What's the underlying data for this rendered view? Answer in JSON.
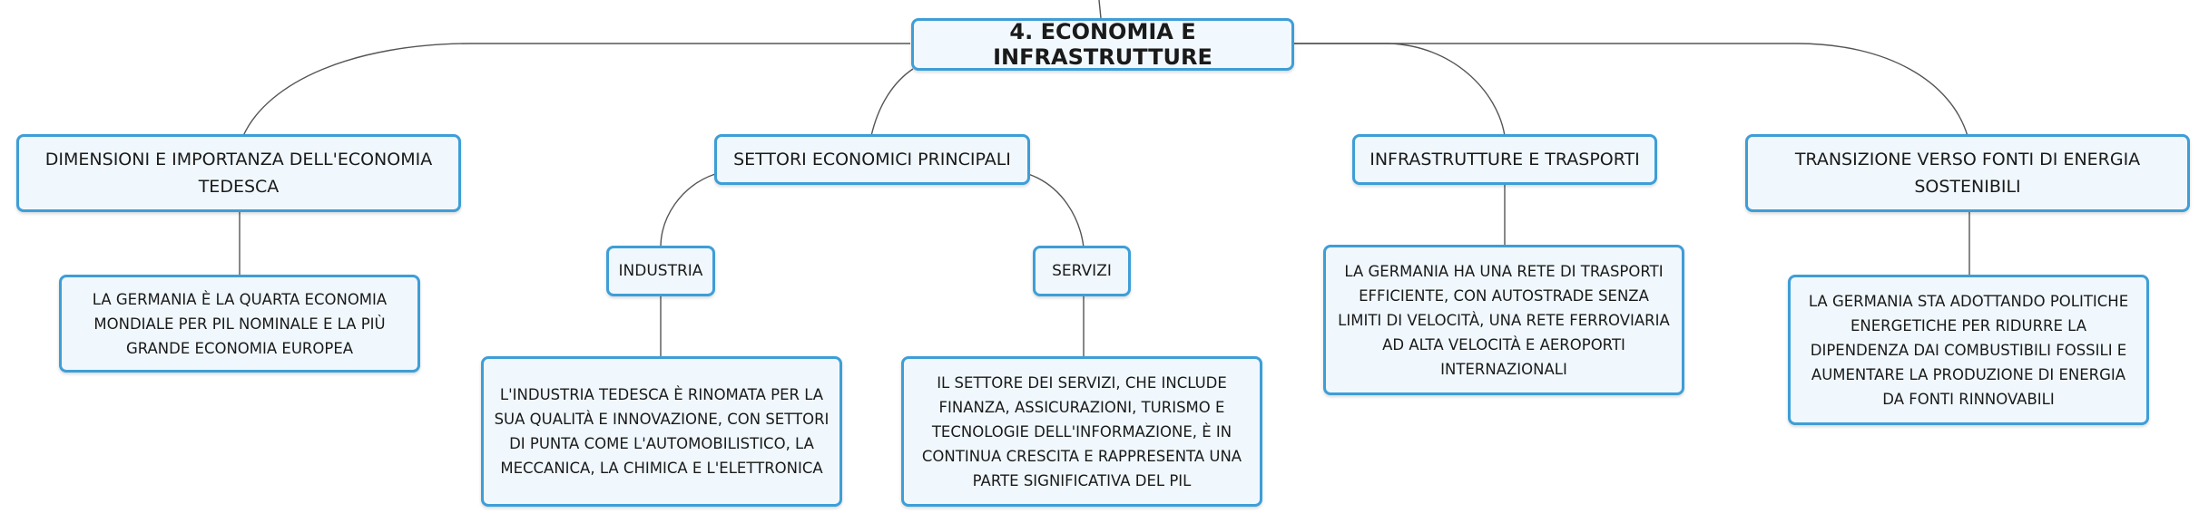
{
  "root": {
    "label": "4. ECONOMIA E INFRASTRUTTURE"
  },
  "branches": [
    {
      "label": "DIMENSIONI E IMPORTANZA DELL'ECONOMIA TEDESCA",
      "detail": "LA GERMANIA È LA QUARTA ECONOMIA MONDIALE PER PIL NOMINALE E LA PIÙ GRANDE ECONOMIA EUROPEA"
    },
    {
      "label": "SETTORI ECONOMICI PRINCIPALI",
      "children": [
        {
          "label": "INDUSTRIA",
          "detail": "L'INDUSTRIA TEDESCA È RINOMATA PER LA SUA QUALITÀ E INNOVAZIONE, CON SETTORI DI PUNTA COME L'AUTOMOBILISTICO, LA MECCANICA, LA CHIMICA E L'ELETTRONICA"
        },
        {
          "label": "SERVIZI",
          "detail": "IL SETTORE DEI SERVIZI, CHE INCLUDE FINANZA, ASSICURAZIONI, TURISMO E TECNOLOGIE DELL'INFORMAZIONE, È IN CONTINUA CRESCITA E RAPPRESENTA UNA PARTE SIGNIFICATIVA DEL PIL"
        }
      ]
    },
    {
      "label": "INFRASTRUTTURE E TRASPORTI",
      "detail": "LA GERMANIA HA UNA RETE DI TRASPORTI EFFICIENTE, CON AUTOSTRADE SENZA LIMITI DI VELOCITÀ, UNA RETE FERROVIARIA AD ALTA VELOCITÀ E AEROPORTI INTERNAZIONALI"
    },
    {
      "label": "TRANSIZIONE VERSO FONTI DI ENERGIA SOSTENIBILI",
      "detail": "LA GERMANIA STA ADOTTANDO POLITICHE ENERGETICHE PER RIDURRE LA DIPENDENZA DAI COMBUSTIBILI FOSSILI E AUMENTARE LA PRODUZIONE DI ENERGIA DA FONTI RINNOVABILI"
    }
  ],
  "colors": {
    "border": "#3e9ed7",
    "fill": "#f0f8fd",
    "line": "#555555"
  }
}
